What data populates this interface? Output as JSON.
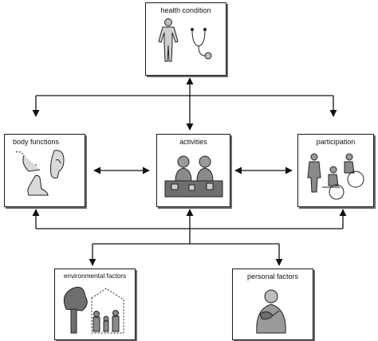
{
  "diagram": {
    "nodes": {
      "health_condition": {
        "label": "health condition",
        "icon": "person-and-stethoscope-icon"
      },
      "body_functions": {
        "label": "body functions",
        "icon": "body-parts-icon"
      },
      "activities": {
        "label": "activities",
        "icon": "children-at-table-icon"
      },
      "participation": {
        "label": "participation",
        "icon": "people-and-wheelchairs-icon"
      },
      "environmental_factors": {
        "label": "environmental factors",
        "icon": "tree-family-house-icon"
      },
      "personal_factors": {
        "label": "personal factors",
        "icon": "person-pointing-self-icon"
      }
    },
    "edges": [
      {
        "from": "health_condition",
        "to": "body_functions",
        "type": "bidirectional"
      },
      {
        "from": "health_condition",
        "to": "activities",
        "type": "bidirectional"
      },
      {
        "from": "health_condition",
        "to": "participation",
        "type": "bidirectional"
      },
      {
        "from": "body_functions",
        "to": "activities",
        "type": "bidirectional"
      },
      {
        "from": "activities",
        "to": "participation",
        "type": "bidirectional"
      },
      {
        "from": "environmental_factors",
        "to": "body_functions",
        "type": "bidirectional"
      },
      {
        "from": "environmental_factors",
        "to": "activities",
        "type": "bidirectional"
      },
      {
        "from": "environmental_factors",
        "to": "participation",
        "type": "bidirectional"
      },
      {
        "from": "personal_factors",
        "to": "body_functions",
        "type": "bidirectional"
      },
      {
        "from": "personal_factors",
        "to": "activities",
        "type": "bidirectional"
      },
      {
        "from": "personal_factors",
        "to": "participation",
        "type": "bidirectional"
      }
    ]
  }
}
